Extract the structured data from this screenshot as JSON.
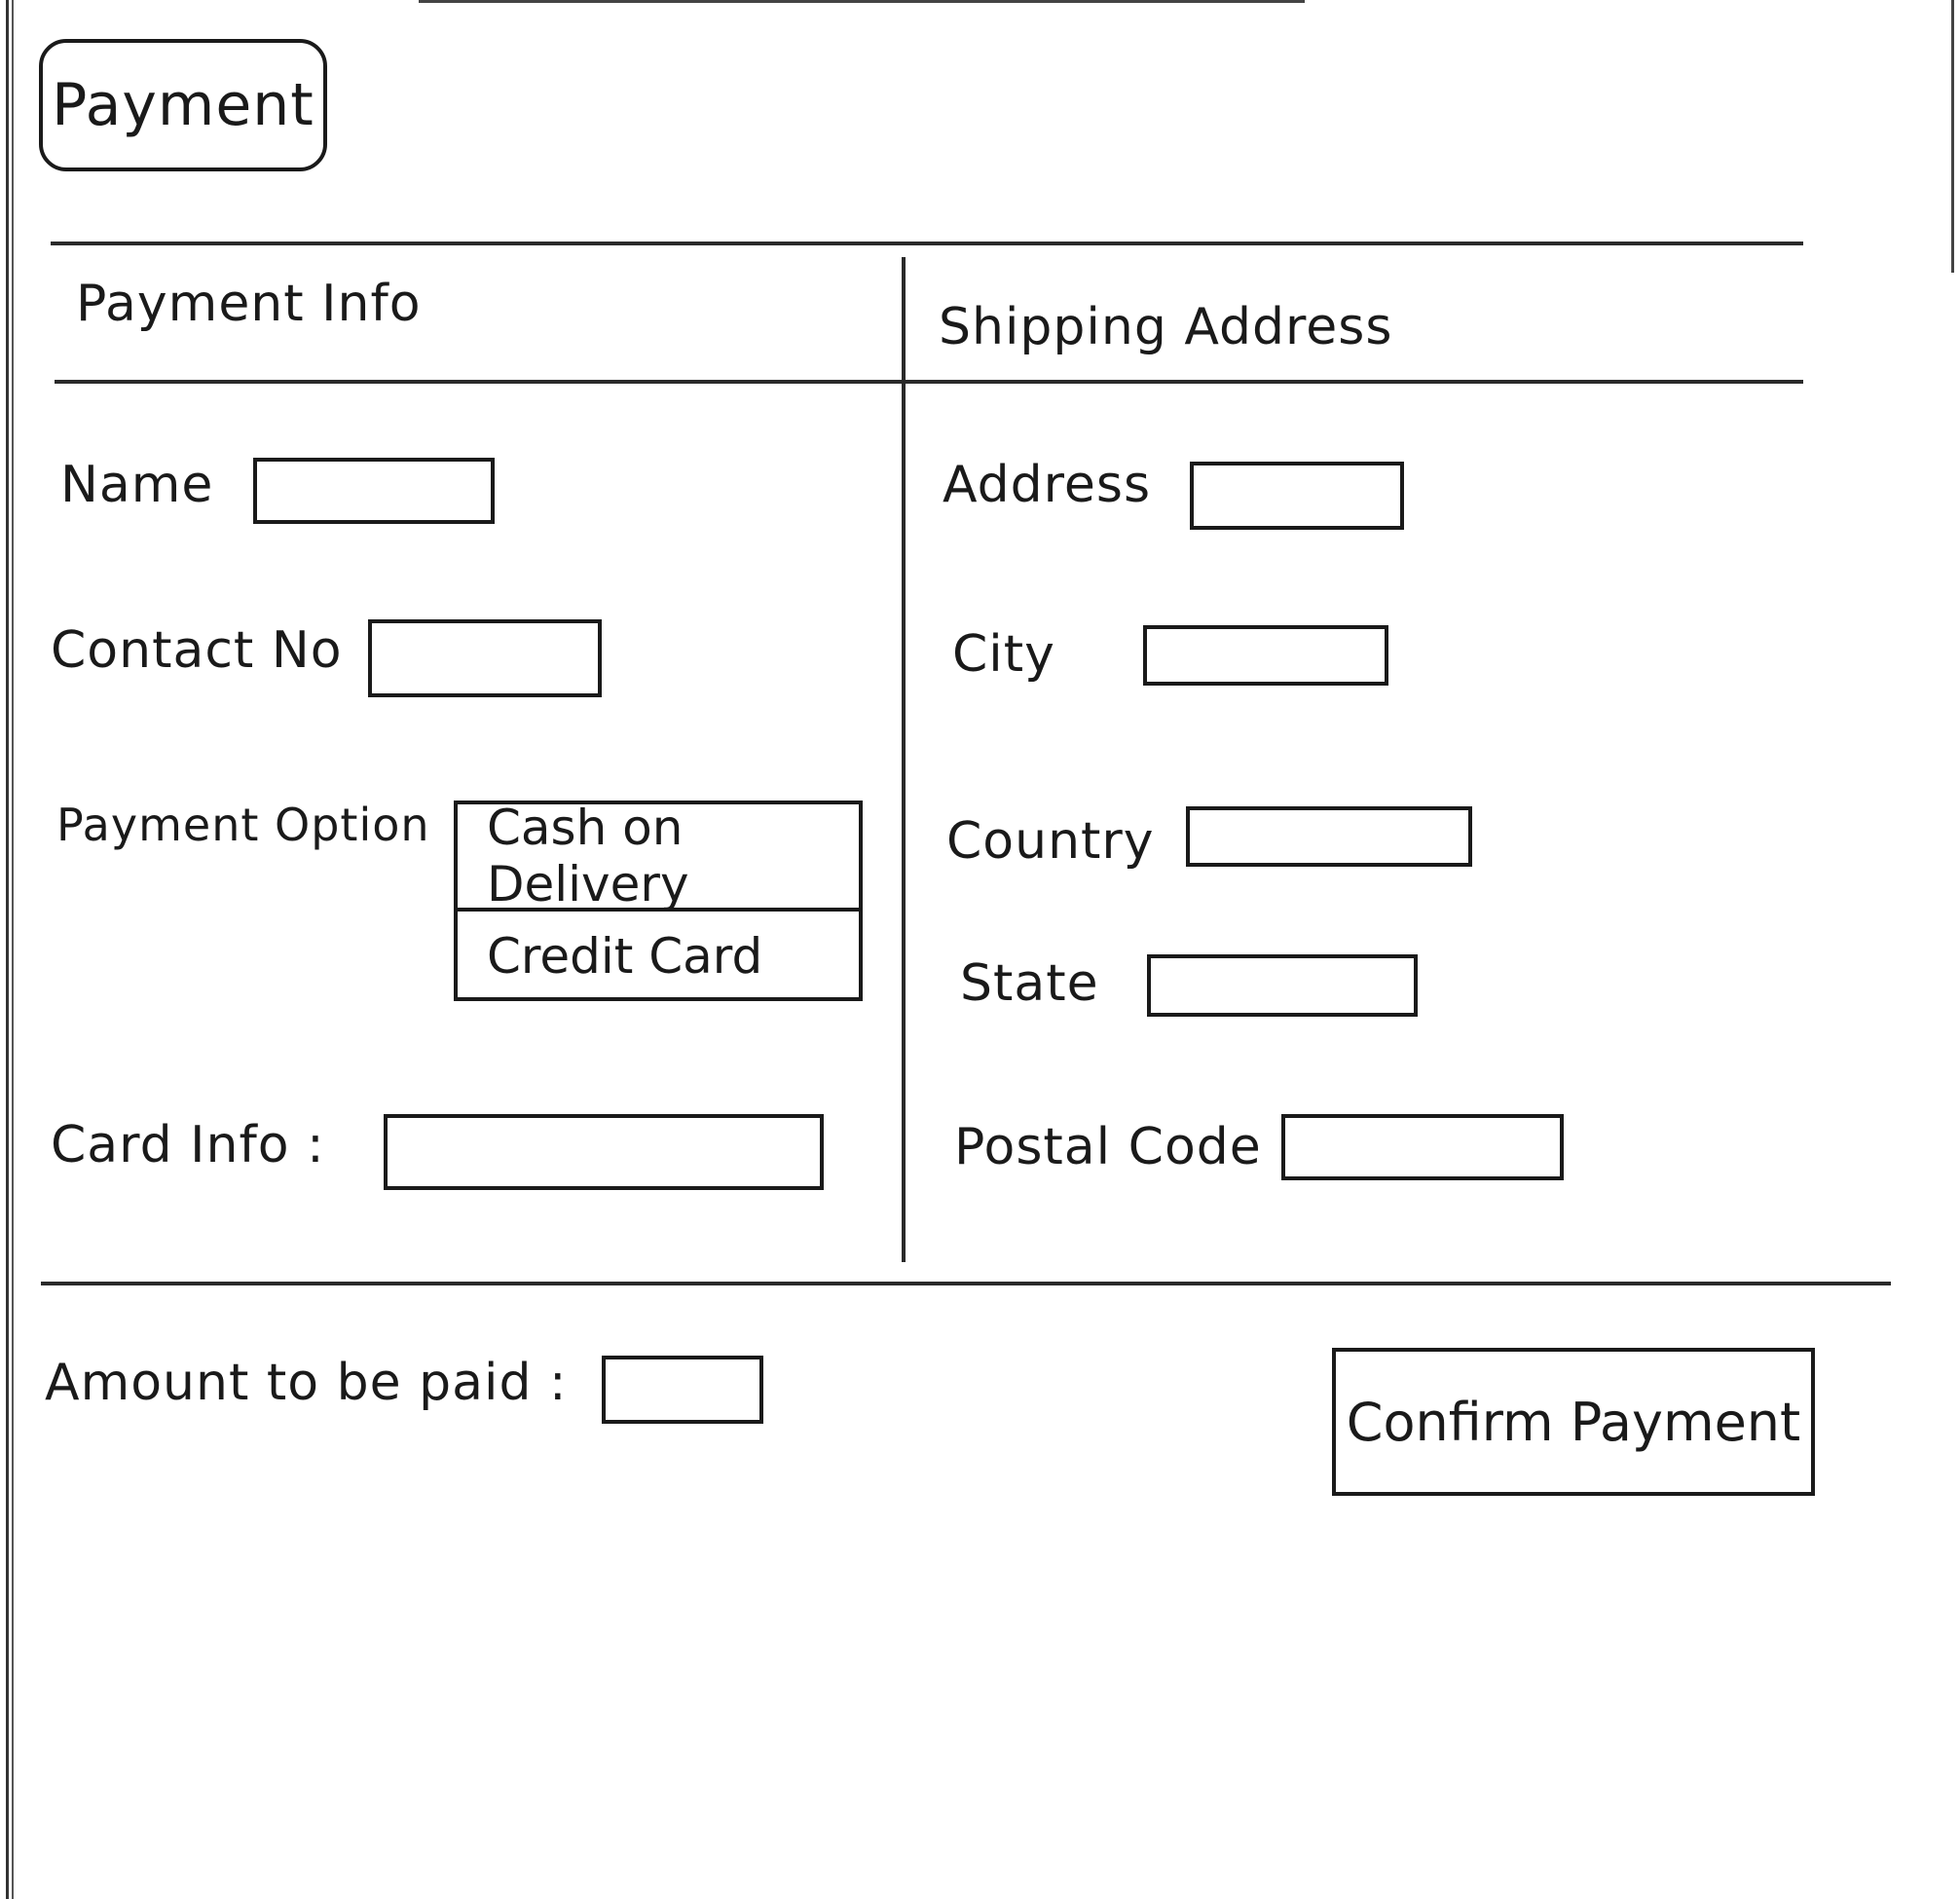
{
  "header": {
    "title": "Payment"
  },
  "payment_info": {
    "heading": "Payment Info",
    "name_label": "Name",
    "contact_label": "Contact No",
    "payment_option_label": "Payment Option",
    "payment_options": [
      "Cash on Delivery",
      "Credit Card"
    ],
    "card_info_label": "Card Info :"
  },
  "shipping_address": {
    "heading": "Shipping Address",
    "address_label": "Address",
    "city_label": "City",
    "country_label": "Country",
    "state_label": "State",
    "postal_code_label": "Postal Code"
  },
  "footer": {
    "amount_label": "Amount to be paid :",
    "confirm_label": "Confirm Payment"
  }
}
